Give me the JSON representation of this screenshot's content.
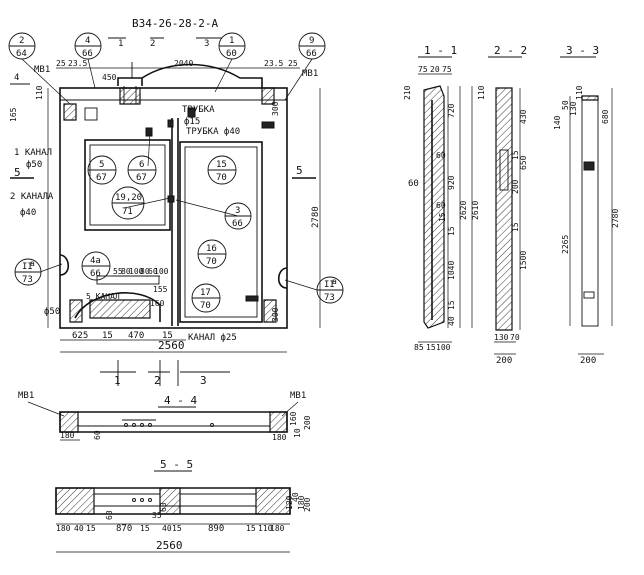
{
  "title": "В34-26-28-2-А",
  "plan": {
    "callouts": [
      {
        "num": "2",
        "page": "64"
      },
      {
        "num": "4",
        "page": "66"
      },
      {
        "num": "1",
        "page": "60"
      },
      {
        "num": "9",
        "page": "66"
      },
      {
        "num": "5",
        "page": "67"
      },
      {
        "num": "6",
        "page": "67"
      },
      {
        "num": "19,20",
        "page": "71"
      },
      {
        "num": "15",
        "page": "70"
      },
      {
        "num": "3",
        "page": "66"
      },
      {
        "num": "16",
        "page": "70"
      },
      {
        "num": "4а",
        "page": "66"
      },
      {
        "num": "17",
        "page": "70"
      },
      {
        "num": "II",
        "sup": "а",
        "page": "73"
      },
      {
        "num": "II",
        "sup": "а",
        "page": "73"
      }
    ],
    "labels": {
      "mv1_left": "МВ1",
      "mv1_right": "МВ1",
      "trubka1": "ТРУБКА",
      "phi15": "ф15",
      "trubka2": "ТРУБКА ф40",
      "kanal1": "1 КАНАЛ",
      "phi50a": "ф50",
      "kanal2": "2 КАНАЛА",
      "phi40": "ф40",
      "kanal5": "5 КАНАЛ",
      "phi50b": "ф50",
      "kanal_bottom": "КАНАЛ ф25",
      "cut5_left": "5",
      "cut5_right": "5",
      "cut4": "4"
    },
    "dims_top": [
      "25",
      "23.5",
      "450",
      "2040",
      "23.5",
      "25"
    ],
    "dims_left": [
      "165",
      "110"
    ],
    "dim_right": "2780",
    "dim_300a": "300",
    "dim_300b": "300",
    "dim_inner_row": [
      "55",
      "80",
      "100",
      "80",
      "60",
      "100"
    ],
    "dim_155": "155",
    "dim_160": "160",
    "dims_bottom": [
      "625",
      "15",
      "470",
      "15"
    ],
    "dim_total": "2560",
    "cuts_bottom": [
      "1",
      "2",
      "3"
    ],
    "cuts_top": [
      "1",
      "2",
      "3"
    ]
  },
  "section_1_1": {
    "title": "1 - 1",
    "dims_top": [
      "75",
      "20",
      "75"
    ],
    "dims_right": [
      "720",
      "2620",
      "2610"
    ],
    "dims_inner": [
      "60",
      "920",
      "60",
      "15",
      "1040",
      "15"
    ],
    "dims_left": [
      "210",
      "60"
    ],
    "dims_side": [
      "40",
      "15"
    ],
    "dims_bottom": [
      "85",
      "15",
      "100"
    ]
  },
  "section_2_2": {
    "title": "2 - 2",
    "dims": [
      "110",
      "430",
      "650",
      "200",
      "1500",
      "15",
      "15"
    ],
    "dims_bottom": [
      "130",
      "70"
    ],
    "dim_total": "200"
  },
  "section_3_3": {
    "title": "3 - 3",
    "dims": [
      "140",
      "50",
      "130",
      "110",
      "680",
      "2265",
      "2780"
    ],
    "dim_bottom": "200"
  },
  "section_4_4": {
    "title": "4 - 4",
    "left_label": "МВ1",
    "right_label": "МВ1",
    "dims_left": [
      "180",
      "60"
    ],
    "dims_right": [
      "160",
      "180",
      "200",
      "10"
    ]
  },
  "section_5_5": {
    "title": "5 - 5",
    "dims_bottom": [
      "180",
      "40",
      "15",
      "870",
      "15",
      "35",
      "40",
      "15",
      "890",
      "15",
      "110",
      "180"
    ],
    "dims_right": [
      "40",
      "180",
      "200",
      "120"
    ],
    "dims_inner": [
      "60",
      "60"
    ],
    "dim_total": "2560"
  }
}
